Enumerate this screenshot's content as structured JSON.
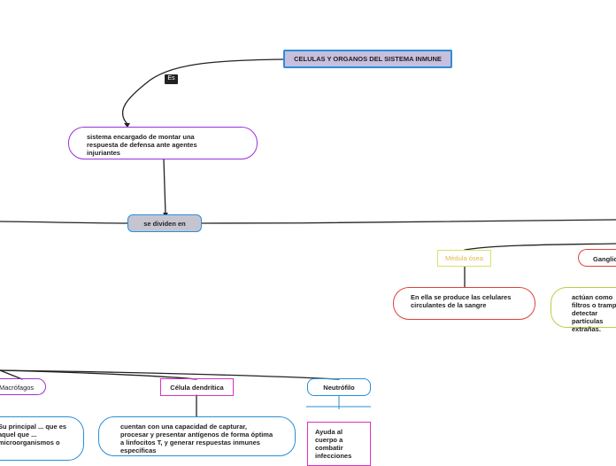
{
  "nodes": {
    "root": "CELULAS Y ORGANOS DEL SISTEMA INMUNE",
    "is_label": "Es",
    "definition": "sistema encargado de montar una respuesta de defensa ante agentes injuriantes",
    "divide": "se dividen en",
    "medula": "Médula ósea",
    "medula_desc": "En ella se produce las celulares circulantes de la sangre",
    "ganglios": "Ganglios",
    "ganglios_desc": "actúan como filtros o trampas detectar partículas extrañas.",
    "macrofagos": "Macrófagos",
    "macrofagos_desc": "Su principal ... que es aquel que ... microorganismos o",
    "dendritica": "Célula dendrítica",
    "dendritica_desc": "cuentan con una capacidad de capturar, procesar y presentar antígenos de forma óptima a linfocitos T, y generar respuestas inmunes específicas",
    "neutrofilo": "Neutrófilo",
    "neutrofilo_desc": "Ayuda al cuerpo a combatir infecciones"
  },
  "colors": {
    "root_fill": "#c7bfde",
    "root_border": "#2b8ed6",
    "purple": "#9b30d9",
    "blue": "#2b8ed6",
    "gray_fill": "#c5c5d2",
    "yellow": "#d9e06a",
    "red": "#e0403a",
    "green": "#b6d23f",
    "magenta": "#d930c3",
    "dark_tag": "#222222"
  }
}
